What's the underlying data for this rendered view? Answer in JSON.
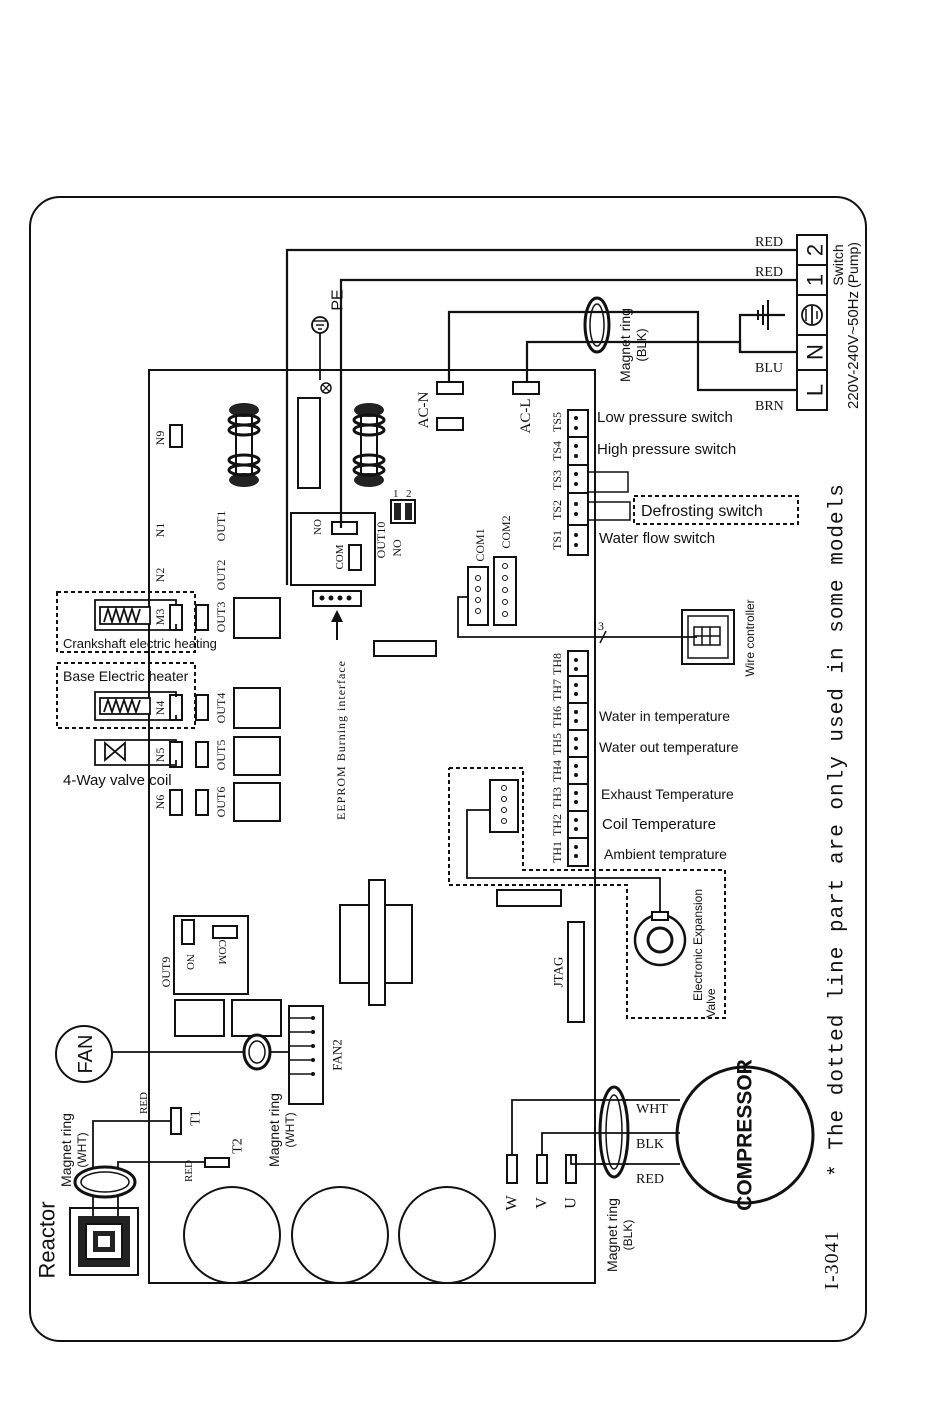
{
  "power": {
    "terminals": [
      "L",
      "N",
      "1",
      "2"
    ],
    "wire_labels": [
      "RED",
      "RED",
      "BLU",
      "BRN"
    ],
    "supply": "220V-240V~50Hz",
    "switch_label": "Switch",
    "pump_label": "(Pump)",
    "pe": "PE"
  },
  "board": {
    "ac_n": "AC-N",
    "ac_l": "AC-L",
    "magnet_ring_top": "Magnet ring",
    "magnet_ring_top_color": "(BLK)",
    "n_terminals": [
      "N9",
      "N1",
      "N2",
      "M3",
      "N4",
      "N5",
      "N6"
    ],
    "outputs": [
      "OUT1",
      "OUT2",
      "OUT3",
      "OUT4",
      "OUT5",
      "OUT6"
    ],
    "out10": "OUT10",
    "out10_no": "NO",
    "out10_relay_no": "NO",
    "out10_relay_com": "COM",
    "dip_labels": [
      "1",
      "2"
    ],
    "com1": "COM1",
    "com2": "COM2",
    "eeprom": "EEPROM Burning interface",
    "out9": "OUT9",
    "out9_no": "NO",
    "out9_com": "COM",
    "fan2": "FAN2",
    "jtag": "JTAG",
    "t1": "T1",
    "t2": "T2",
    "red_t1": "RED",
    "red_t2": "RED",
    "uvw": [
      "W",
      "V",
      "U"
    ]
  },
  "switches": {
    "ts_labels": [
      "TS5",
      "TS4",
      "TS3",
      "TS2",
      "TS1"
    ],
    "low_pressure": "Low pressure switch",
    "high_pressure": "High pressure switch",
    "defrosting": "Defrosting switch",
    "water_flow": "Water flow switch"
  },
  "sensors": {
    "th_labels": [
      "TH8",
      "TH7",
      "TH6",
      "TH5",
      "TH4",
      "TH3",
      "TH2",
      "TH1"
    ],
    "water_in": "Water in temperature",
    "water_out": "Water out temperature",
    "exhaust": "Exhaust Temperature",
    "coil": "Coil Temperature",
    "ambient": "Ambient temprature"
  },
  "peripherals": {
    "wire_controller": "Wire controller",
    "wire_count": "3",
    "crankshaft": "Crankshaft electric heating",
    "base_heater": "Base Electric heater",
    "four_way": "4-Way valve coil",
    "eev_line1": "Electronic Expansion",
    "eev_line2": "Valve",
    "fan": "FAN",
    "reactor": "Reactor",
    "magnet_wht_left": "Magnet ring",
    "magnet_wht_left_color": "(WHT)",
    "magnet_wht_mid": "Magnet ring",
    "magnet_wht_mid_color": "(WHT)",
    "compressor": "COMPRESSOR",
    "comp_wires": [
      "WHT",
      "BLK",
      "RED"
    ],
    "magnet_blk_bottom": "Magnet ring",
    "magnet_blk_bottom_color": "(BLK)"
  },
  "footer": {
    "note": "* The dotted line part are only used in some models",
    "code": "I-3041"
  }
}
